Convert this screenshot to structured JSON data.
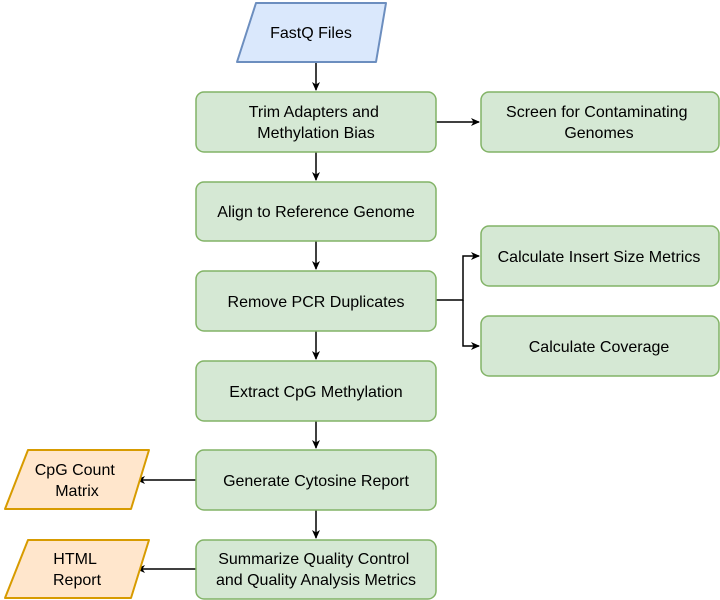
{
  "colors": {
    "process_fill": "#d5e8d4",
    "process_stroke": "#82b366",
    "input_fill": "#dae8fc",
    "input_stroke": "#6c8ebf",
    "output_fill": "#ffe6cc",
    "output_stroke": "#d79b00",
    "edge": "#000000"
  },
  "nodes": {
    "fastq": {
      "lines": [
        "FastQ Files"
      ]
    },
    "trim": {
      "lines": [
        "Trim Adapters and",
        "Methylation Bias"
      ]
    },
    "screen": {
      "lines": [
        "Screen for Contaminating",
        "Genomes"
      ]
    },
    "align": {
      "lines": [
        "Align to Reference Genome"
      ]
    },
    "dedup": {
      "lines": [
        "Remove PCR Duplicates"
      ]
    },
    "insert": {
      "lines": [
        "Calculate Insert Size Metrics"
      ]
    },
    "coverage": {
      "lines": [
        "Calculate Coverage"
      ]
    },
    "extract": {
      "lines": [
        "Extract CpG Methylation"
      ]
    },
    "cytosine": {
      "lines": [
        "Generate Cytosine Report"
      ]
    },
    "cpgmatrix": {
      "lines": [
        "CpG Count",
        "Matrix"
      ]
    },
    "summarize": {
      "lines": [
        "Summarize Quality Control",
        "and Quality Analysis Metrics"
      ]
    },
    "html": {
      "lines": [
        "HTML",
        "Report"
      ]
    }
  }
}
